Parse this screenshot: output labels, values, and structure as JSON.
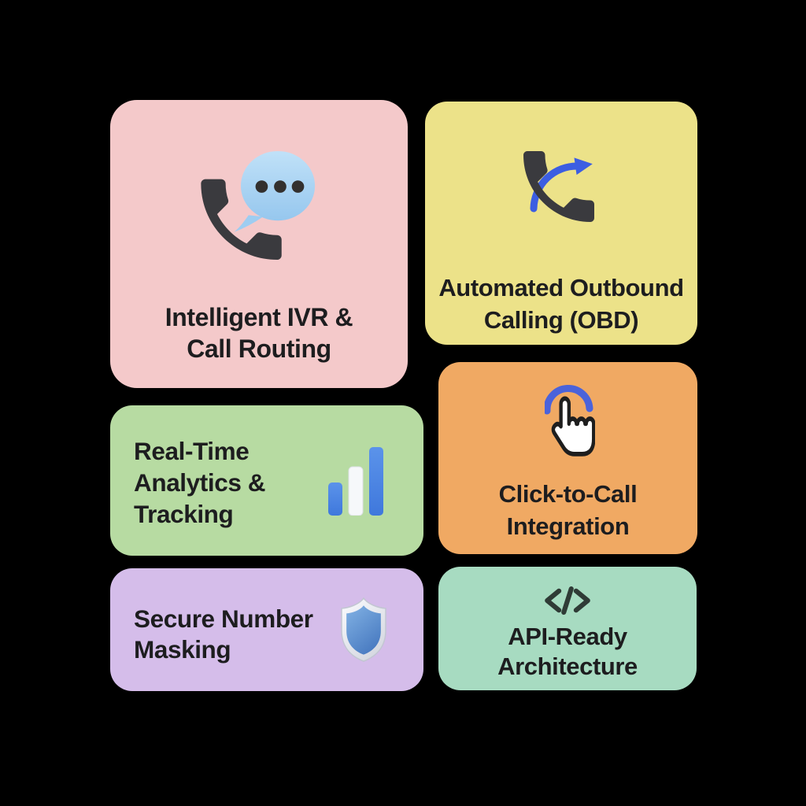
{
  "canvas": {
    "background": "#000000"
  },
  "cards": {
    "ivr": {
      "bg": "#f4c9ca",
      "icon": "phone-chat-bubble-icon",
      "lines": [
        "Intelligent IVR &",
        "Call Routing"
      ]
    },
    "obd": {
      "bg": "#ece289",
      "icon": "phone-outbound-arrow-icon",
      "lines": [
        "Automated Outbound",
        "Calling (OBD)"
      ]
    },
    "analytics": {
      "bg": "#b7dba2",
      "icon": "bar-chart-icon",
      "lines": [
        "Real-Time",
        "Analytics &",
        "Tracking"
      ]
    },
    "click": {
      "bg": "#f0a963",
      "icon": "tap-gesture-icon",
      "lines": [
        "Click-to-Call",
        "Integration"
      ]
    },
    "masking": {
      "bg": "#d5bdea",
      "icon": "shield-icon",
      "lines": [
        "Secure Number",
        "Masking"
      ]
    },
    "api": {
      "bg": "#a7dbc1",
      "icon": "code-brackets-icon",
      "lines": [
        "API-Ready",
        "Architecture"
      ]
    }
  },
  "accent_colors": {
    "text": "#1d1d1f",
    "handset_dark": "#3a3a3e",
    "bubble_blue": "#a9d4f2",
    "bubble_dots": "#33302e",
    "outbound_arrow_blue": "#3c5ee2",
    "tap_arc_blue": "#4b63da",
    "hand_fill": "#ffffff",
    "bar_blue": "#4b86e4",
    "bar_white": "#f6f8fa",
    "shield_rim": "#eef0f4",
    "shield_blue": "#5d93d2",
    "code_dark": "#2f3b36"
  }
}
